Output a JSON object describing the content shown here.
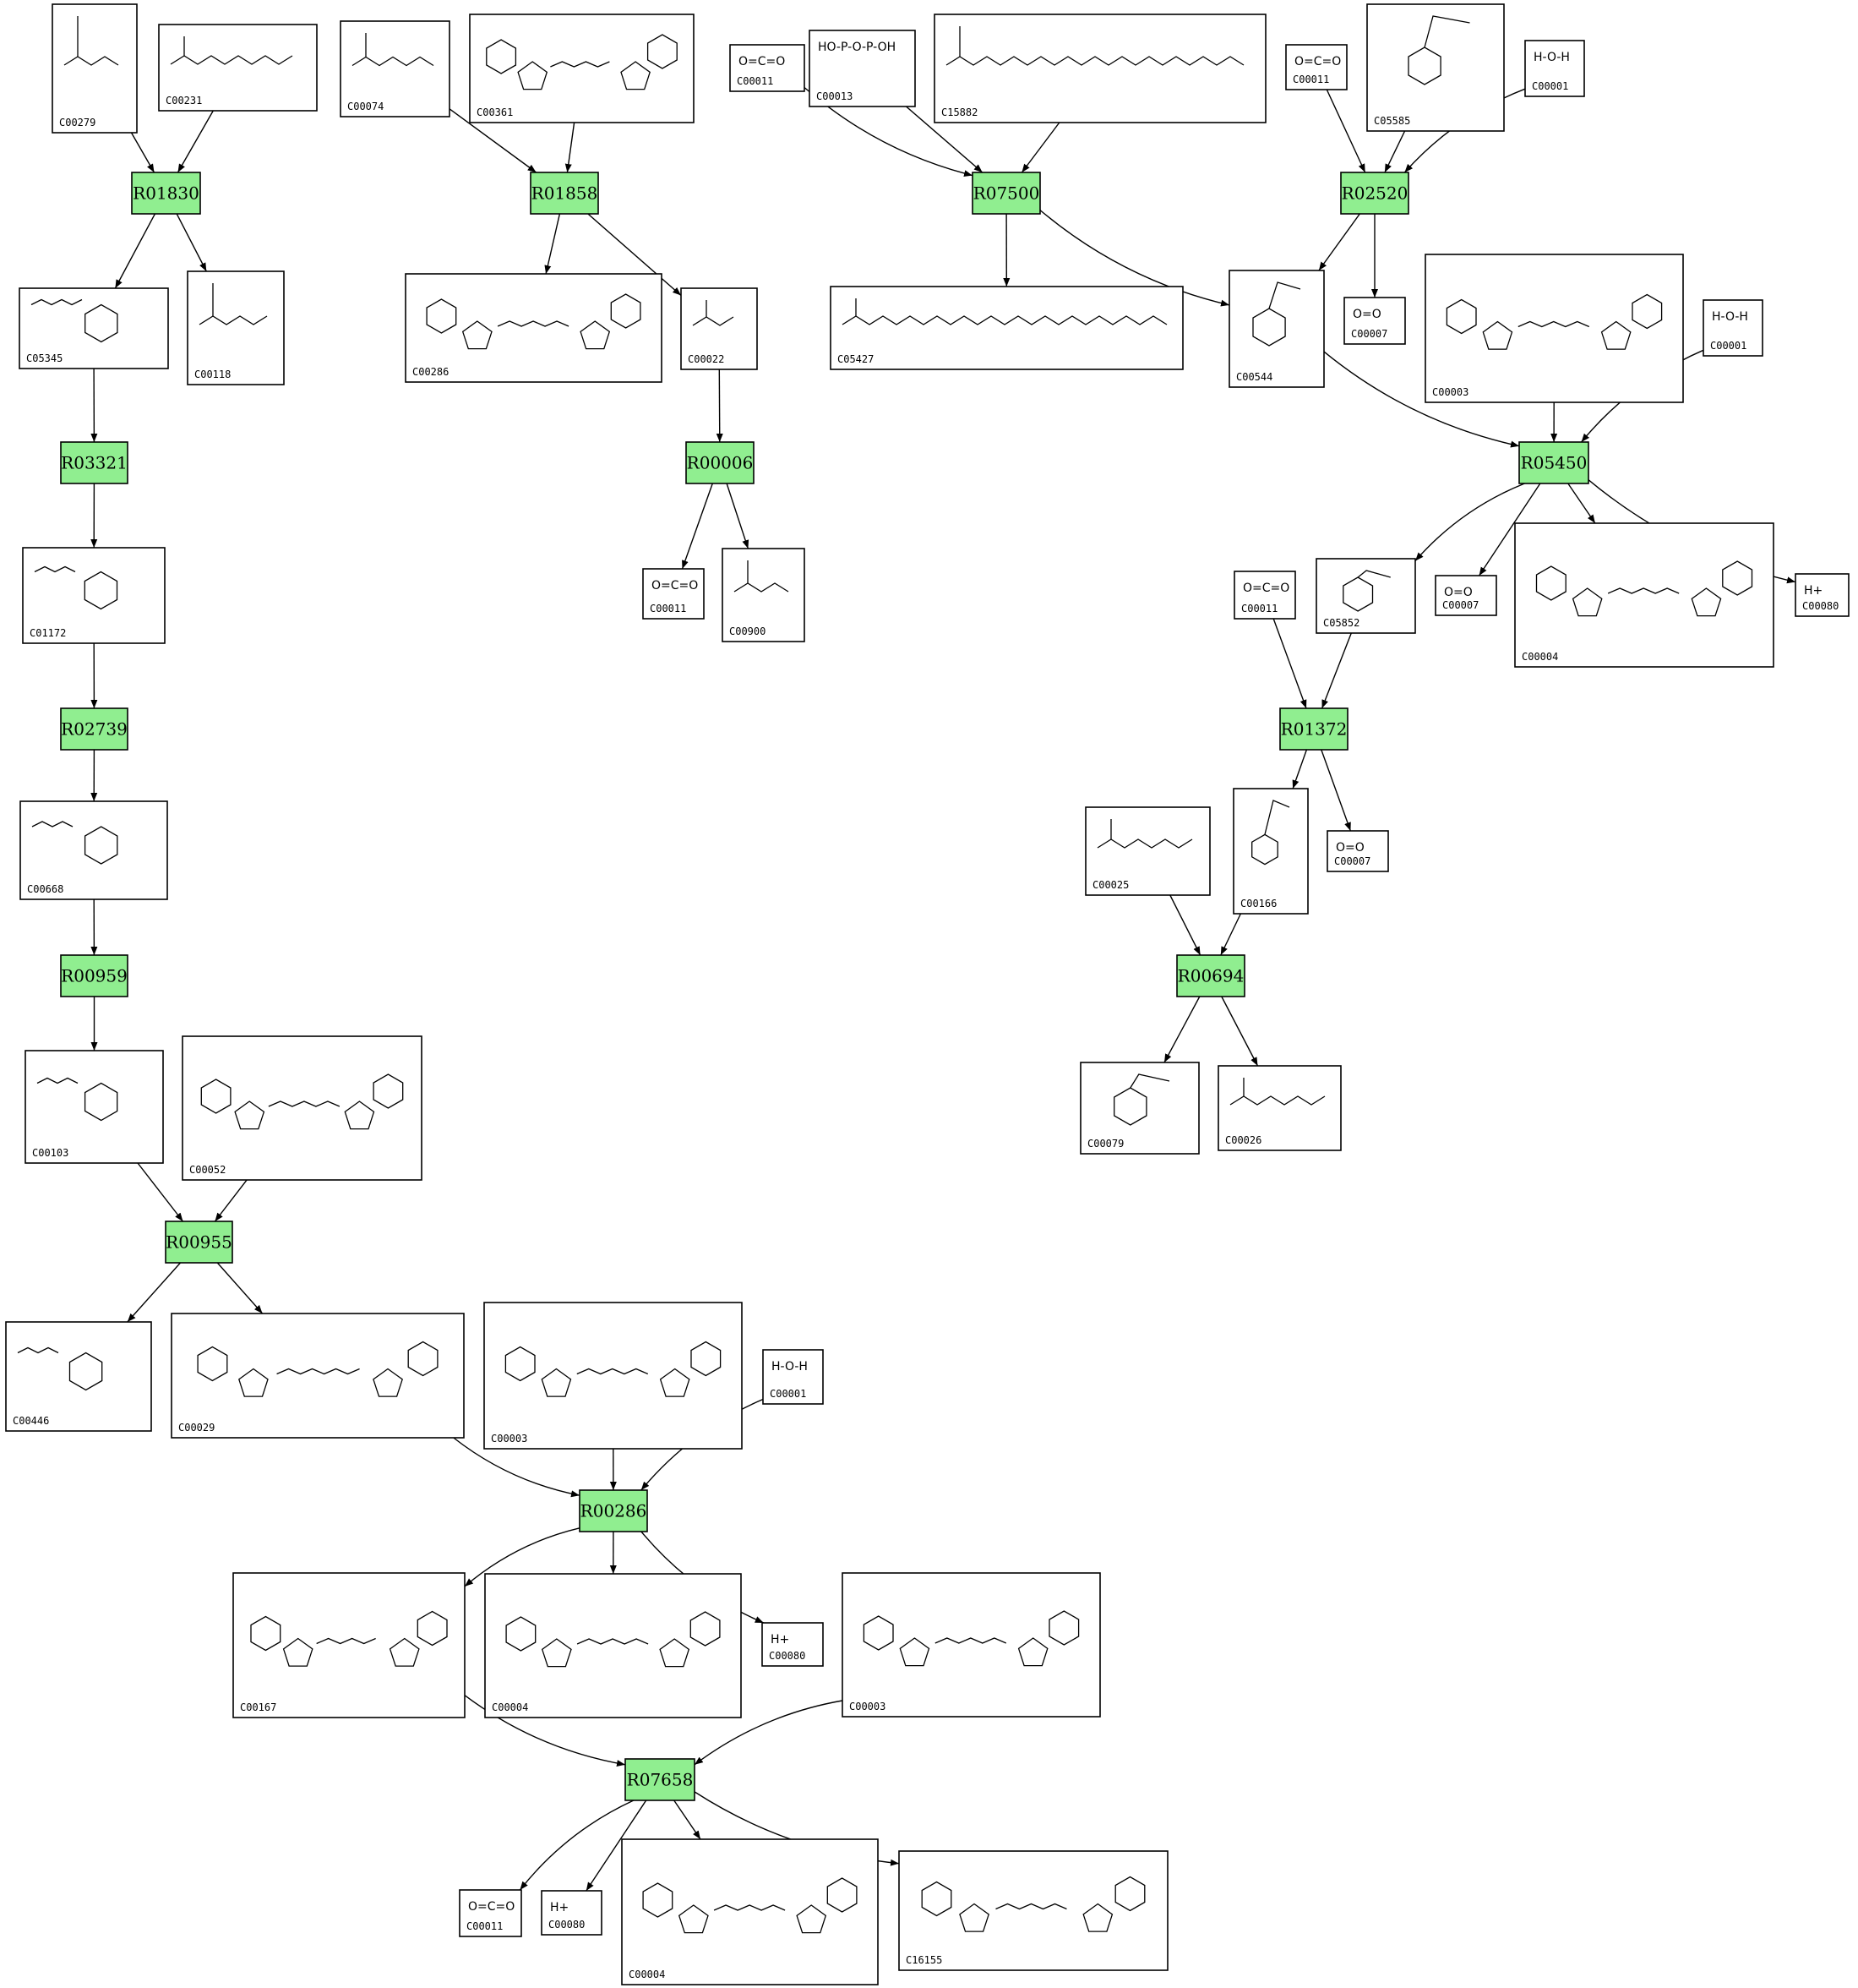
{
  "reactions": [
    "R01830",
    "R01858",
    "R07500",
    "R02520",
    "R03321",
    "R00006",
    "R05450",
    "R02739",
    "R01372",
    "R00959",
    "R00694",
    "R00955",
    "R00286",
    "R07658"
  ],
  "compounds": {
    "C00279": {
      "id": "C00279",
      "formula": ""
    },
    "C00231": {
      "id": "C00231",
      "formula": ""
    },
    "C00074": {
      "id": "C00074",
      "formula": ""
    },
    "C00361": {
      "id": "C00361",
      "formula": ""
    },
    "C00011": {
      "id": "C00011",
      "formula": "O=C=O"
    },
    "C00013": {
      "id": "C00013",
      "formula": "HO-P-O-P-OH"
    },
    "C15882": {
      "id": "C15882",
      "formula": ""
    },
    "C05585": {
      "id": "C05585",
      "formula": ""
    },
    "C00001": {
      "id": "C00001",
      "formula": "H-O-H"
    },
    "C05345": {
      "id": "C05345",
      "formula": ""
    },
    "C00118": {
      "id": "C00118",
      "formula": ""
    },
    "C00286": {
      "id": "C00286",
      "formula": ""
    },
    "C00022": {
      "id": "C00022",
      "formula": ""
    },
    "C05427": {
      "id": "C05427",
      "formula": ""
    },
    "C00544": {
      "id": "C00544",
      "formula": ""
    },
    "C00007": {
      "id": "C00007",
      "formula": "O=O"
    },
    "C00003": {
      "id": "C00003",
      "formula": ""
    },
    "C01172": {
      "id": "C01172",
      "formula": ""
    },
    "C00900": {
      "id": "C00900",
      "formula": ""
    },
    "C05852": {
      "id": "C05852",
      "formula": ""
    },
    "C00004": {
      "id": "C00004",
      "formula": ""
    },
    "C00080": {
      "id": "C00080",
      "formula": "H+"
    },
    "C00668": {
      "id": "C00668",
      "formula": ""
    },
    "C00166": {
      "id": "C00166",
      "formula": ""
    },
    "C00025": {
      "id": "C00025",
      "formula": ""
    },
    "C00103": {
      "id": "C00103",
      "formula": ""
    },
    "C00052": {
      "id": "C00052",
      "formula": ""
    },
    "C00079": {
      "id": "C00079",
      "formula": ""
    },
    "C00026": {
      "id": "C00026",
      "formula": ""
    },
    "C00446": {
      "id": "C00446",
      "formula": ""
    },
    "C00029": {
      "id": "C00029",
      "formula": ""
    },
    "C00167": {
      "id": "C00167",
      "formula": ""
    },
    "C16155": {
      "id": "C16155",
      "formula": ""
    }
  },
  "colors": {
    "reaction_fill": "#90ee90",
    "border": "#000000",
    "background": "#ffffff"
  }
}
